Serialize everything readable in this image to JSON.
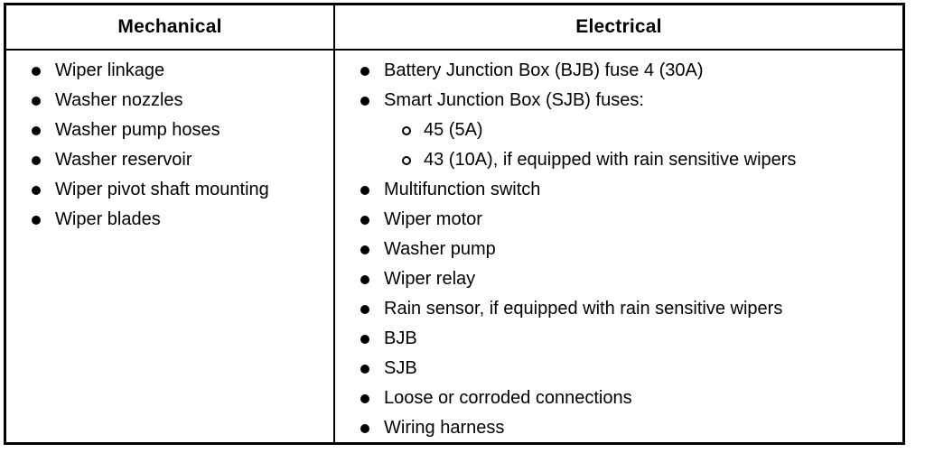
{
  "table": {
    "name": "wiper-washer-troubleshooting-table",
    "columns": [
      {
        "header": "Mechanical",
        "items": [
          {
            "text": "Wiper linkage",
            "level": 1
          },
          {
            "text": "Washer nozzles",
            "level": 1
          },
          {
            "text": "Washer pump hoses",
            "level": 1
          },
          {
            "text": "Washer reservoir",
            "level": 1
          },
          {
            "text": "Wiper pivot shaft mounting",
            "level": 1
          },
          {
            "text": "Wiper blades",
            "level": 1
          }
        ]
      },
      {
        "header": "Electrical",
        "items": [
          {
            "text": "Battery Junction Box (BJB) fuse 4 (30A)",
            "level": 1
          },
          {
            "text": "Smart Junction Box (SJB) fuses:",
            "level": 1
          },
          {
            "text": "45 (5A)",
            "level": 2
          },
          {
            "text": "43 (10A), if equipped with rain sensitive wipers",
            "level": 2
          },
          {
            "text": "Multifunction switch",
            "level": 1
          },
          {
            "text": "Wiper motor",
            "level": 1
          },
          {
            "text": "Washer pump",
            "level": 1
          },
          {
            "text": "Wiper relay",
            "level": 1
          },
          {
            "text": "Rain sensor, if equipped with rain sensitive wipers",
            "level": 1
          },
          {
            "text": "BJB",
            "level": 1
          },
          {
            "text": "SJB",
            "level": 1
          },
          {
            "text": "Loose or corroded connections",
            "level": 1
          },
          {
            "text": "Wiring harness",
            "level": 1
          }
        ]
      }
    ]
  },
  "colors": {
    "border": "#000000",
    "text": "#000000",
    "background": "#ffffff"
  }
}
